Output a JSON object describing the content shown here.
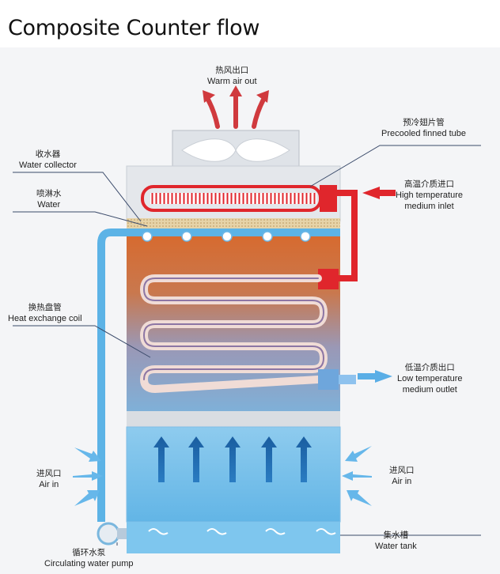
{
  "title": "Composite Counter flow",
  "labels": {
    "warm_air_out": {
      "zh": "热风出口",
      "en": "Warm air out"
    },
    "precooled_tube": {
      "zh": "预冷翅片管",
      "en": "Precooled finned tube"
    },
    "water_collector": {
      "zh": "收水器",
      "en": "Water collector"
    },
    "spray_water": {
      "zh": "喷淋水",
      "en": "Water"
    },
    "high_temp_inlet": {
      "zh": "高温介质进口",
      "en1": "High temperature",
      "en2": "medium inlet"
    },
    "heat_exchange_coil": {
      "zh": "换热盘管",
      "en": "Heat exchange coil"
    },
    "low_temp_outlet": {
      "zh": "低温介质出口",
      "en1": "Low temperature",
      "en2": "medium outlet"
    },
    "air_in_left": {
      "zh": "进风口",
      "en": "Air in"
    },
    "air_in_right": {
      "zh": "进风口",
      "en": "Air in"
    },
    "water_tank": {
      "zh": "集水槽",
      "en": "Water tank"
    },
    "pump": {
      "zh": "循环水泵",
      "en": "Circulating water pump"
    }
  },
  "colors": {
    "hot": "#e0262c",
    "warm": "#d9743a",
    "cool": "#6e9ed8",
    "water": "#59b6e6",
    "frame": "#c8ced6"
  }
}
